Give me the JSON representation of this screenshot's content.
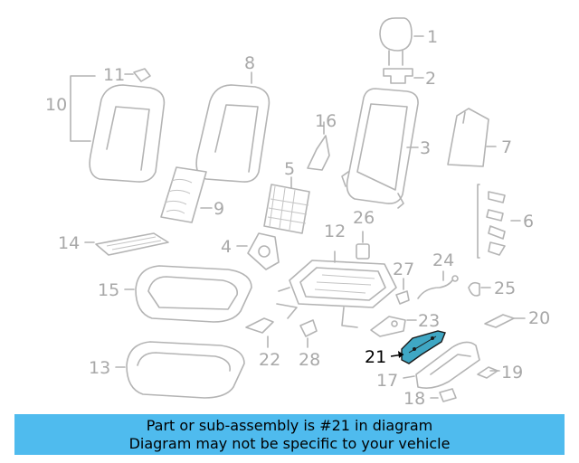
{
  "callouts": [
    "1",
    "2",
    "3",
    "4",
    "5",
    "6",
    "7",
    "8",
    "9",
    "10",
    "11",
    "12",
    "13",
    "14",
    "15",
    "16",
    "17",
    "18",
    "19",
    "20",
    "21",
    "22",
    "23",
    "24",
    "25",
    "26",
    "27",
    "28"
  ],
  "highlight": "21",
  "banner": {
    "line1": "Part or sub-assembly is #21 in diagram",
    "line2": "Diagram may not be specific to your vehicle"
  },
  "colors": {
    "banner_bg": "#4fbbee",
    "part_line": "#b4b4b4",
    "label": "#a8a8a8",
    "highlight_fill": "#3fa7c4"
  }
}
